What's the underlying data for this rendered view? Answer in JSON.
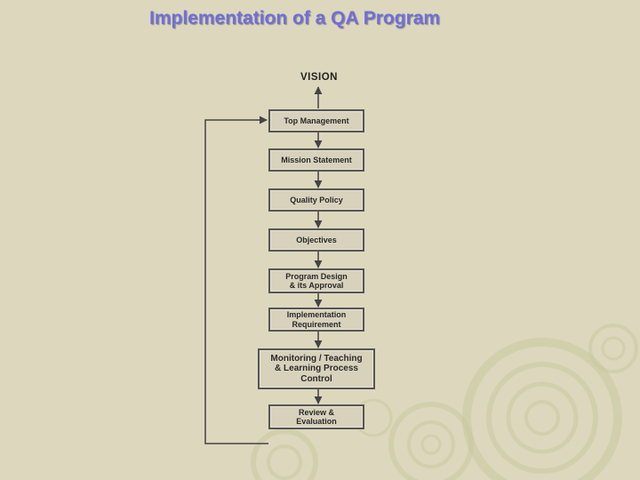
{
  "title": "Implementation of a QA Program",
  "diagram": {
    "top_node": "VISION",
    "boxes": [
      {
        "id": "top-management",
        "label": "Top Management"
      },
      {
        "id": "mission-statement",
        "label": "Mission Statement"
      },
      {
        "id": "quality-policy",
        "label": "Quality Policy"
      },
      {
        "id": "objectives",
        "label": "Objectives"
      },
      {
        "id": "program-design",
        "label": "Program Design\n& its Approval"
      },
      {
        "id": "implementation-requirement",
        "label": "Implementation\nRequirement"
      },
      {
        "id": "monitoring",
        "label": "Monitoring / Teaching\n& Learning Process\nControl"
      },
      {
        "id": "review-evaluation",
        "label": "Review &\nEvaluation"
      }
    ]
  }
}
